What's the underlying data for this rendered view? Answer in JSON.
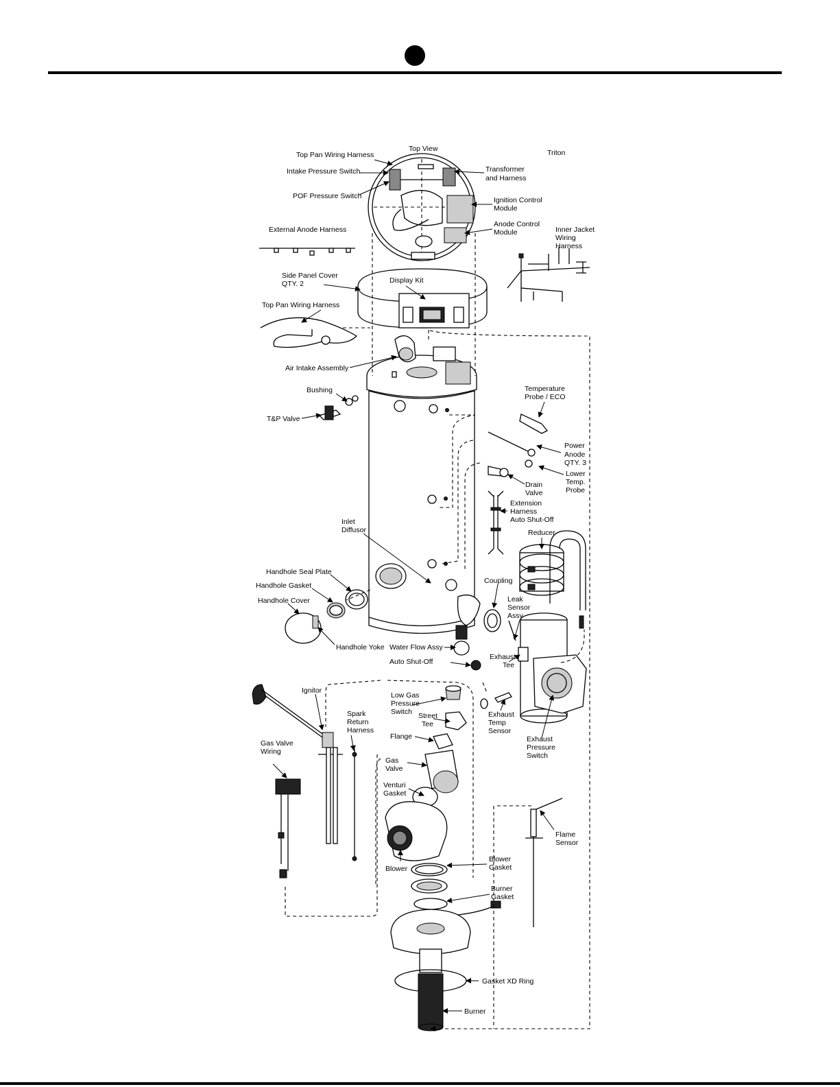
{
  "model": "Triton",
  "labels": {
    "top_view": "Top View",
    "top_pan_wiring_harness": "Top Pan Wiring Harness",
    "intake_pressure_switch": "Intake Pressure Switch",
    "pof_pressure_switch": "POF Pressure Switch",
    "transformer_1": "Transformer",
    "transformer_2": "and Harness",
    "ignition_control_1": "Ignition Control",
    "ignition_control_2": "Module",
    "anode_control_1": "Anode Control",
    "anode_control_2": "Module",
    "external_anode_harness": "External Anode Harness",
    "inner_jacket_1": "Inner Jacket",
    "inner_jacket_2": "Wiring",
    "inner_jacket_3": "Harness",
    "side_panel_cover_1": "Side Panel Cover",
    "side_panel_cover_2": "QTY. 2",
    "display_kit": "Display Kit",
    "top_pan_wiring_harness_2": "Top Pan Wiring Harness",
    "air_intake_assembly": "Air Intake Assembly",
    "bushing": "Bushing",
    "tp_valve": "T&P Valve",
    "temperature_probe_1": "Temperature",
    "temperature_probe_2": "Probe / ECO",
    "power_anode_1": "Power",
    "power_anode_2": "Anode",
    "power_anode_3": "QTY. 3",
    "lower_temp_1": "Lower",
    "lower_temp_2": "Temp.",
    "lower_temp_3": "Probe",
    "drain_valve_1": "Drain",
    "drain_valve_2": "Valve",
    "extension_harness_1": "Extension",
    "extension_harness_2": "Harness",
    "extension_harness_3": "Auto Shut-Off",
    "reducer": "Reducer",
    "inlet_diffusor_1": "Inlet",
    "inlet_diffusor_2": "Diffusor",
    "handhole_seal_plate": "Handhole Seal Plate",
    "handhole_gasket": "Handhole Gasket",
    "handhole_cover": "Handhole Cover",
    "handhole_yoke": "Handhole Yoke",
    "coupling": "Coupling",
    "leak_sensor_1": "Leak",
    "leak_sensor_2": "Sensor",
    "leak_sensor_3": "Assy",
    "water_flow_assy": "Water Flow Assy",
    "auto_shut_off": "Auto Shut-Off",
    "exhaust_tee_1": "Exhaust",
    "exhaust_tee_2": "Tee",
    "ignitor": "Ignitor",
    "low_gas_1": "Low Gas",
    "low_gas_2": "Pressure",
    "low_gas_3": "Switch",
    "street_tee_1": "Street",
    "street_tee_2": "Tee",
    "spark_return_1": "Spark",
    "spark_return_2": "Return",
    "spark_return_3": "Harness",
    "exhaust_temp_1": "Exhaust",
    "exhaust_temp_2": "Temp",
    "exhaust_temp_3": "Sensor",
    "exhaust_pressure_1": "Exhaust",
    "exhaust_pressure_2": "Pressure",
    "exhaust_pressure_3": "Switch",
    "flange": "Flange",
    "gas_valve_wiring_1": "Gas Valve",
    "gas_valve_wiring_2": "Wiring",
    "gas_valve_1": "Gas",
    "gas_valve_2": "Valve",
    "venturi_gasket_1": "Venturi",
    "venturi_gasket_2": "Gasket",
    "flame_sensor_1": "Flame",
    "flame_sensor_2": "Sensor",
    "blower": "Blower",
    "blower_gasket_1": "Blower",
    "blower_gasket_2": "Gasket",
    "burner_gasket_1": "Burner",
    "burner_gasket_2": "Gasket",
    "gasket_xd_ring": "Gasket XD Ring",
    "burner": "Burner"
  }
}
